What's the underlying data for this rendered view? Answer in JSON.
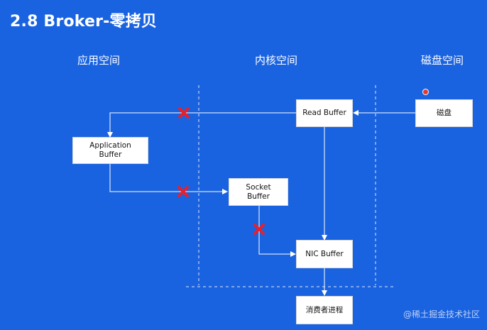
{
  "title": "2.8 Broker-零拷贝",
  "sections": {
    "user_space": "应用空间",
    "kernel_space": "内核空间",
    "disk_space": "磁盘空间"
  },
  "boxes": {
    "application_buffer": "Application\nBuffer",
    "read_buffer": "Read Buffer",
    "disk": "磁盘",
    "socket_buffer": "Socket\nBuffer",
    "nic_buffer": "NIC Buffer",
    "consumer_process": "消费者进程"
  },
  "watermark": "@稀土掘金技术社区",
  "colors": {
    "background": "#1a63e0",
    "cross": "#e8202a",
    "line": "#ffffff",
    "box": "#ffffff"
  }
}
